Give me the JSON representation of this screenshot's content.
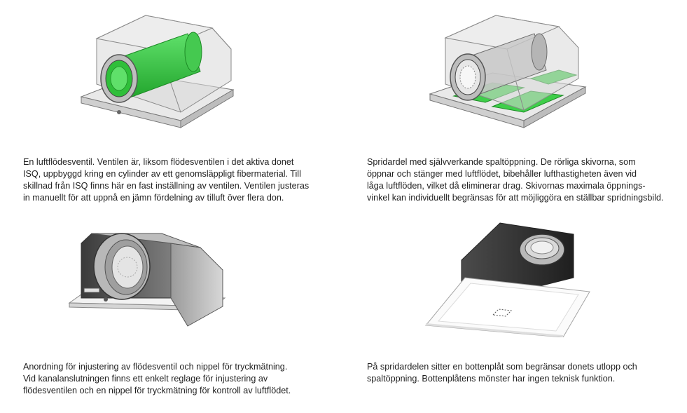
{
  "panels": [
    {
      "id": "flow-valve",
      "illustration": "transparent-box-green-cylinder",
      "highlight_color": "#3fce4a",
      "caption_lines": [
        "En luftflödesventil. Ventilen är, liksom flödesventilen i det aktiva donet",
        "ISQ, uppbyggd kring en cylinder av ett genomsläppligt fibermaterial. Till",
        "skillnad från ISQ finns här en fast inställning av ventilen. Ventilen justeras",
        "in manuellt för att uppnå en jämn fördelning av tilluft över flera don."
      ]
    },
    {
      "id": "diffuser-part",
      "illustration": "transparent-box-green-slots",
      "highlight_color": "#3fce4a",
      "caption_lines": [
        "Spridardel med självverkande spaltöppning. De rörliga skivorna, som",
        "öppnar och stänger med luftflödet, bibehåller lufthastigheten även vid",
        "låga luftflöden, vilket då eliminerar drag. Skivornas maximala öppnings-",
        "vinkel kan individuellt begränsas för att möjliggöra en ställbar spridningsbild."
      ]
    },
    {
      "id": "adjustment",
      "illustration": "solid-box-duct-connection",
      "highlight_color": "",
      "caption_lines": [
        "Anordning för injustering av flödesventil och nippel för tryckmätning.",
        "Vid kanalanslutningen finns ett enkelt reglage för injustering av",
        "flödesventilen och en nippel för tryckmätning för kontroll av luftflödet."
      ]
    },
    {
      "id": "bottom-plate",
      "illustration": "solid-box-bottom-plate",
      "highlight_color": "",
      "caption_lines": [
        "På spridardelen sitter en bottenplåt som begränsar donets utlopp och",
        "spaltöppning. Bottenplåtens mönster har ingen teknisk funktion."
      ]
    }
  ]
}
